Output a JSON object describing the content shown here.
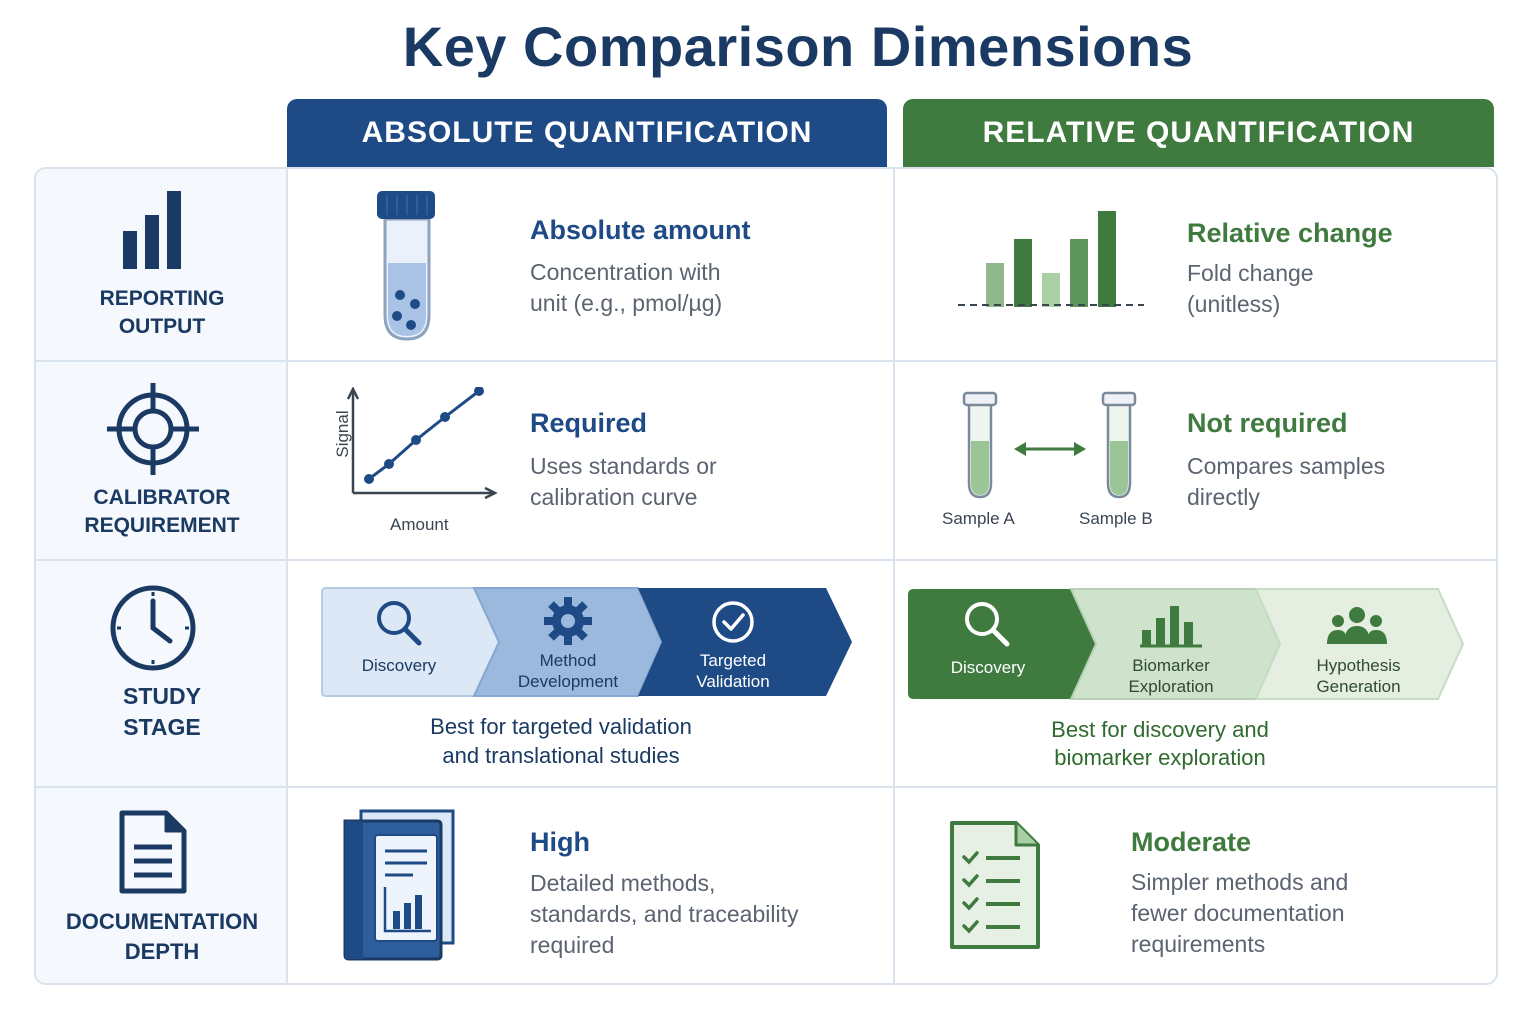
{
  "title": "Key Comparison Dimensions",
  "columns": {
    "absolute": "ABSOLUTE QUANTIFICATION",
    "relative": "RELATIVE QUANTIFICATION"
  },
  "rows": {
    "reporting": {
      "label_line1": "REPORTING",
      "label_line2": "OUTPUT",
      "absolute": {
        "heading": "Absolute amount",
        "desc_line1": "Concentration with",
        "desc_line2": "unit (e.g., pmol/µg)"
      },
      "relative": {
        "heading": "Relative change",
        "desc_line1": "Fold change",
        "desc_line2": "(unitless)"
      }
    },
    "calibrator": {
      "label_line1": "CALIBRATOR",
      "label_line2": "REQUIREMENT",
      "absolute": {
        "heading": "Required",
        "desc_line1": "Uses standards or",
        "desc_line2": "calibration curve",
        "axis_y": "Signal",
        "axis_x": "Amount"
      },
      "relative": {
        "heading": "Not required",
        "desc_line1": "Compares samples",
        "desc_line2": "directly",
        "sample_a": "Sample A",
        "sample_b": "Sample B"
      }
    },
    "stage": {
      "label_line1": "STUDY",
      "label_line2": "STAGE",
      "absolute": {
        "steps": [
          {
            "line1": "Discovery",
            "line2": ""
          },
          {
            "line1": "Method",
            "line2": "Development"
          },
          {
            "line1": "Targeted",
            "line2": "Validation"
          }
        ],
        "caption_line1": "Best for targeted validation",
        "caption_line2": "and translational studies"
      },
      "relative": {
        "steps": [
          {
            "line1": "Discovery",
            "line2": ""
          },
          {
            "line1": "Biomarker",
            "line2": "Exploration"
          },
          {
            "line1": "Hypothesis",
            "line2": "Generation"
          }
        ],
        "caption_line1": "Best for discovery and",
        "caption_line2": "biomarker exploration"
      }
    },
    "documentation": {
      "label_line1": "DOCUMENTATION",
      "label_line2": "DEPTH",
      "absolute": {
        "heading": "High",
        "desc_line1": "Detailed methods,",
        "desc_line2": "standards, and traceability",
        "desc_line3": "required"
      },
      "relative": {
        "heading": "Moderate",
        "desc_line1": "Simpler methods and",
        "desc_line2": "fewer documentation",
        "desc_line3": "requirements"
      }
    }
  },
  "icons": {
    "row_reporting": "bar-chart-icon",
    "row_calibrator": "crosshair-target-icon",
    "row_stage": "clock-icon",
    "row_documentation": "document-icon",
    "abs_reporting": "test-tube-icon",
    "rel_reporting": "fold-change-bars-icon",
    "abs_calibrator": "calibration-curve-icon",
    "rel_calibrator": "sample-comparison-icon",
    "abs_stage": [
      "search-icon",
      "gear-icon",
      "check-circle-icon"
    ],
    "rel_stage": [
      "search-icon",
      "bar-chart-icon",
      "people-icon"
    ],
    "abs_documentation": "binder-icon",
    "rel_documentation": "checklist-icon"
  },
  "colors": {
    "absolute_primary": "#1e4a86",
    "relative_primary": "#3f7a3f",
    "navy_text": "#1b3a63",
    "border": "#d9e3ee"
  }
}
